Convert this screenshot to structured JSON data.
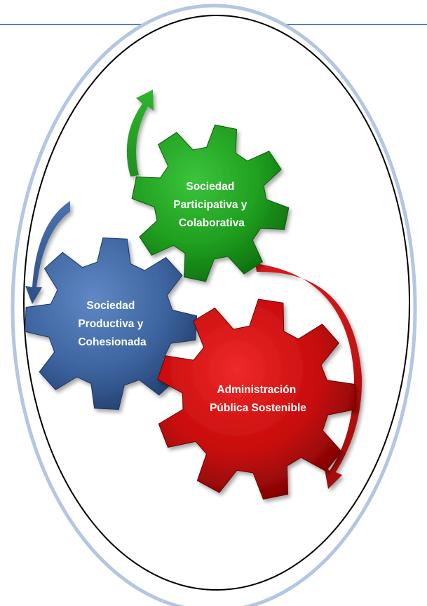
{
  "gears": [
    {
      "id": "green",
      "lines": [
        "Sociedad",
        "Participativa y",
        "Colaborativa"
      ],
      "color_light": "#3cc43c",
      "color_mid": "#1f9e1f",
      "color_dark": "#0d6e0d"
    },
    {
      "id": "blue",
      "lines": [
        "Sociedad",
        "Productiva y",
        "Cohesionada"
      ],
      "color_light": "#5f88c4",
      "color_mid": "#3d649f",
      "color_dark": "#223f6e"
    },
    {
      "id": "red",
      "lines": [
        "Administración",
        "Pública Sostenible"
      ],
      "color_light": "#ee2a2a",
      "color_mid": "#c70b0b",
      "color_dark": "#7c0404"
    }
  ],
  "colors": {
    "frame_line": "#5b7fbd",
    "ring_outer": "#b3c6e3",
    "ellipse_stroke": "#000000"
  }
}
